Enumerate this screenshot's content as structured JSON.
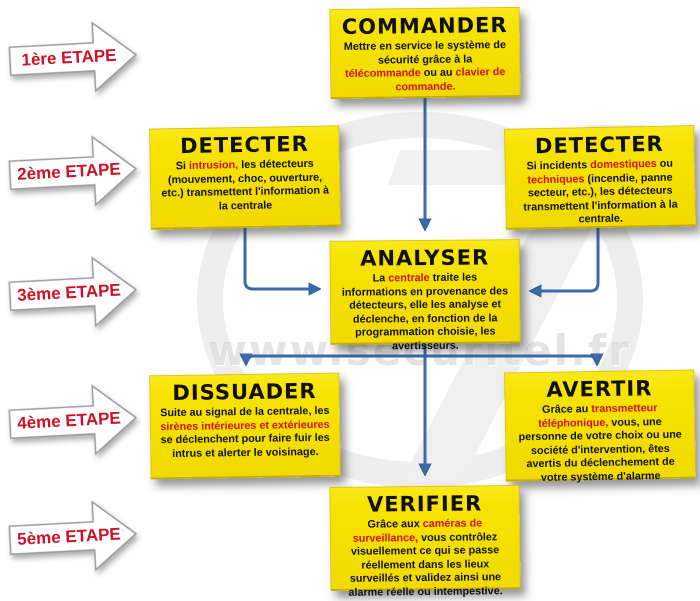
{
  "colors": {
    "box_yellow": "#F7E300",
    "accent_red": "#CE1126",
    "connector_blue": "#3A6BA8"
  },
  "watermark": {
    "text": "www.securitel.fr"
  },
  "steps": [
    {
      "label": "1ère ETAPE"
    },
    {
      "label": "2ème ETAPE"
    },
    {
      "label": "3ème ETAPE"
    },
    {
      "label": "4ème ETAPE"
    },
    {
      "label": "5ème ETAPE"
    }
  ],
  "boxes": {
    "commander": {
      "title": "COMMANDER",
      "body": [
        {
          "t": "Mettre en service le système de sécurité grâce à la "
        },
        {
          "t": "télécommande",
          "red": true
        },
        {
          "t": " ou au "
        },
        {
          "t": "clavier de commande.",
          "red": true
        }
      ]
    },
    "detecter_left": {
      "title": "DETECTER",
      "body": [
        {
          "t": "Si "
        },
        {
          "t": "intrusion,",
          "red": true
        },
        {
          "t": " les détecteurs (mouvement, choc, ouverture, etc.) transmettent l'information à la centrale"
        }
      ]
    },
    "detecter_right": {
      "title": "DETECTER",
      "body": [
        {
          "t": "Si incidents "
        },
        {
          "t": "domestiques",
          "red": true
        },
        {
          "t": " ou "
        },
        {
          "t": "techniques",
          "red": true
        },
        {
          "t": " (incendie, panne secteur, etc.), les détecteurs transmettent l'information à la centrale."
        }
      ]
    },
    "analyser": {
      "title": "ANALYSER",
      "body": [
        {
          "t": "La "
        },
        {
          "t": "centrale",
          "red": true
        },
        {
          "t": " traite les informations en provenance des détecteurs, elle les analyse et déclenche, en fonction de la programmation choisie, les avertisseurs."
        }
      ]
    },
    "dissuader": {
      "title": "DISSUADER",
      "body": [
        {
          "t": "Suite au signal de la centrale, les "
        },
        {
          "t": "sirènes intérieures et extérieures",
          "red": true
        },
        {
          "t": " se déclenchent pour faire fuir les intrus et alerter le voisinage."
        }
      ]
    },
    "avertir": {
      "title": "AVERTIR",
      "body": [
        {
          "t": "Grâce au "
        },
        {
          "t": "transmetteur téléphonique,",
          "red": true
        },
        {
          "t": " vous, une personne de votre choix ou une société d'intervention, êtes avertis du déclenchement de votre système d'alarme"
        }
      ]
    },
    "verifier": {
      "title": "VERIFIER",
      "body": [
        {
          "t": "Grâce aux "
        },
        {
          "t": "caméras de surveillance,",
          "red": true
        },
        {
          "t": " vous contrôlez visuellement ce qui se passe réellement dans les lieux surveillés et validez ainsi une alarme réelle ou intempestive."
        }
      ]
    }
  }
}
